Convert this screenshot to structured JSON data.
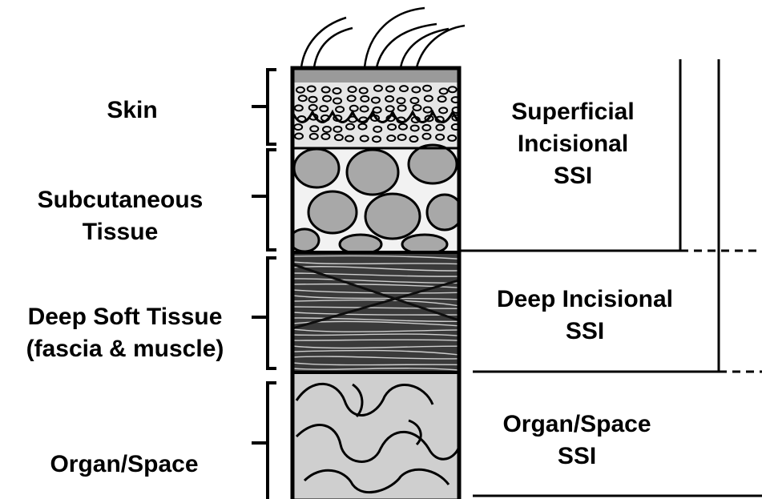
{
  "layers": [
    {
      "name": "skin",
      "lines": [
        "Skin"
      ]
    },
    {
      "name": "subcutaneous",
      "lines": [
        "Subcutaneous",
        "Tissue"
      ]
    },
    {
      "name": "deep-soft-tissue",
      "lines": [
        "Deep Soft Tissue",
        "(fascia & muscle)"
      ]
    },
    {
      "name": "organ-space",
      "lines": [
        "Organ/Space"
      ]
    }
  ],
  "ssi": [
    {
      "name": "superficial",
      "lines": [
        "Superficial",
        "Incisional",
        "SSI"
      ]
    },
    {
      "name": "deep",
      "lines": [
        "Deep Incisional",
        "SSI"
      ]
    },
    {
      "name": "organ-space",
      "lines": [
        "Organ/Space",
        "SSI"
      ]
    }
  ],
  "colors": {
    "ink": "#000000",
    "background": "#ffffff",
    "shade": "#d8d8d8"
  }
}
